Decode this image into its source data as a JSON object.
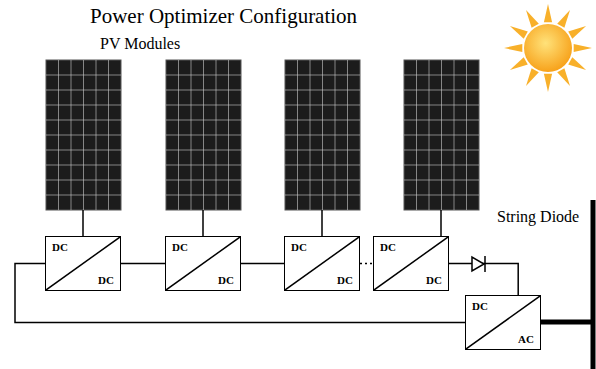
{
  "diagram": {
    "title": "Power Optimizer Configuration",
    "nodes": [
      {
        "text": [
          "DC",
          "DC"
        ]
      },
      {
        "text": [
          "DC",
          "DC"
        ]
      },
      {
        "text": [
          "DC",
          "DC"
        ]
      },
      {
        "text": [
          "DC",
          "DC"
        ]
      },
      {
        "text": [
          "DC",
          "AC"
        ]
      }
    ],
    "edges": [
      {
        "from": 0,
        "to": 1,
        "arrow": "none"
      },
      {
        "from": 1,
        "to": 2,
        "arrow": "none"
      },
      {
        "from": 2,
        "to": 3,
        "arrow": "none"
      },
      {
        "from": 3,
        "to": 4,
        "arrow": "none"
      },
      {
        "from": 4,
        "to": 0,
        "arrow": "none"
      }
    ],
    "labels": [
      "PV Modules",
      "String Diode"
    ]
  }
}
